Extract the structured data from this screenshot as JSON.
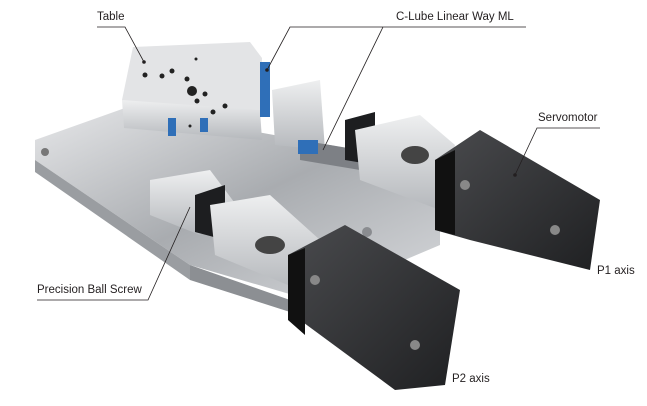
{
  "labels": {
    "table": "Table",
    "linear_way": "C-Lube Linear Way ML",
    "servomotor": "Servomotor",
    "ball_screw": "Precision Ball Screw",
    "p1_axis": "P1 axis",
    "p2_axis": "P2 axis"
  },
  "colors": {
    "aluminum": "#c9cbce",
    "motor": "#2e2f31",
    "accent_blue": "#2f6fb8",
    "leader": "#231f20"
  }
}
